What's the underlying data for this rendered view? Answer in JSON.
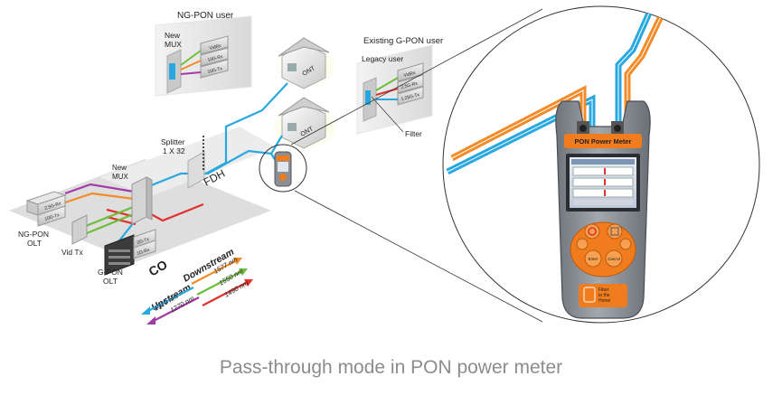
{
  "caption": "Pass-through mode in PON power meter",
  "labels": {
    "ng_pon_user": "NG-PON user",
    "new_mux_top": "New\nMUX",
    "onu_top": "ONT",
    "existing_user": "Existing G-PON user",
    "legacy_user": "Legacy user",
    "onu_mid": "ONT",
    "filter": "Filter",
    "splitter": "Splitter\n1 X 32",
    "fdh": "FDH",
    "new_mux_co": "New\nMUX",
    "ng_pon_olt": "NG-PON\nOLT",
    "vid_tx": "Vid Tx",
    "g_pon_olt": "G-PON\nOLT",
    "co": "CO",
    "upstream": "Upstream",
    "downstream": "Downstream",
    "device_title": "PON Power Meter",
    "enter_key": "Enter",
    "cancel_key": "Cancel",
    "fth_logo": "Fiber\nto the\nHome"
  },
  "equipment_labels": {
    "top_mux": [
      "VidRx",
      "10G-Rx",
      "10G-Tx"
    ],
    "legacy": [
      "VidRx",
      "2.5G-Rx",
      "1.25G-Tx"
    ],
    "co_ngpon": [
      "2.5G-Rx",
      "10G-Tx"
    ],
    "co_gpon": [
      "2G-Tx",
      "1G-Rx"
    ]
  },
  "wavelengths": {
    "upstream": [
      {
        "label": "1310 nm",
        "color": "#29a8e0"
      },
      {
        "label": "1270 nm",
        "color": "#a23ba6"
      }
    ],
    "downstream": [
      {
        "label": "1577 nm",
        "color": "#f28c28"
      },
      {
        "label": "1550 nm",
        "color": "#6bbf3b"
      },
      {
        "label": "1490 nm",
        "color": "#e0312c"
      }
    ]
  },
  "colors": {
    "blue": "#29a8e0",
    "orange": "#f28c28",
    "green": "#6bbf3b",
    "red": "#e0312c",
    "purple": "#a23ba6",
    "device_orange": "#f07c1e",
    "device_grey": "#8a8f96"
  }
}
